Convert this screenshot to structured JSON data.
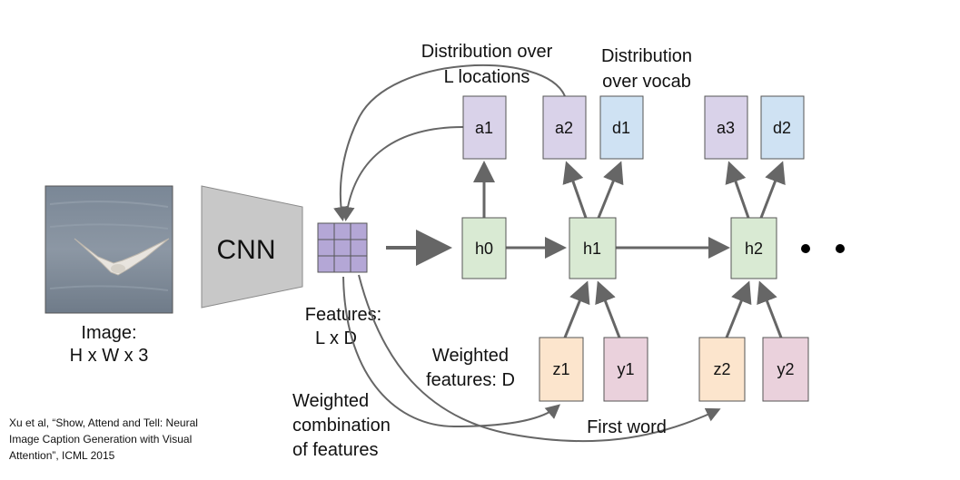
{
  "image": {
    "label_line1": "Image:",
    "label_line2": "H x W x 3"
  },
  "cnn": {
    "label": "CNN"
  },
  "features": {
    "label_line1": "Features:",
    "label_line2": "L x D"
  },
  "hidden": {
    "h0": "h0",
    "h1": "h1",
    "h2": "h2"
  },
  "attention": {
    "a1": "a1",
    "a2": "a2",
    "a3": "a3"
  },
  "vocab": {
    "d1": "d1",
    "d2": "d2"
  },
  "weighted": {
    "z1": "z1",
    "z2": "z2"
  },
  "words": {
    "y1": "y1",
    "y2": "y2"
  },
  "annotations": {
    "dist_locations_line1": "Distribution over",
    "dist_locations_line2": "L locations",
    "dist_vocab_line1": "Distribution",
    "dist_vocab_line2": "over vocab",
    "weighted_features_line1": "Weighted",
    "weighted_features_line2": "features: D",
    "weighted_comb_line1": "Weighted",
    "weighted_comb_line2": "combination",
    "weighted_comb_line3": "of features",
    "first_word": "First word"
  },
  "citation": {
    "line1": "Xu et al, “Show, Attend and Tell: Neural",
    "line2": "Image Caption Generation with Visual",
    "line3": "Attention”, ICML 2015"
  },
  "colors": {
    "hidden_fill": "#d9ead3",
    "attention_fill": "#d9d2e9",
    "vocab_fill": "#cfe2f3",
    "weighted_fill": "#fce5cd",
    "word_fill": "#ead1dc",
    "cnn_fill": "#c8c8c8",
    "grid_fill": "#b4a7d6",
    "arrow": "#666666"
  }
}
